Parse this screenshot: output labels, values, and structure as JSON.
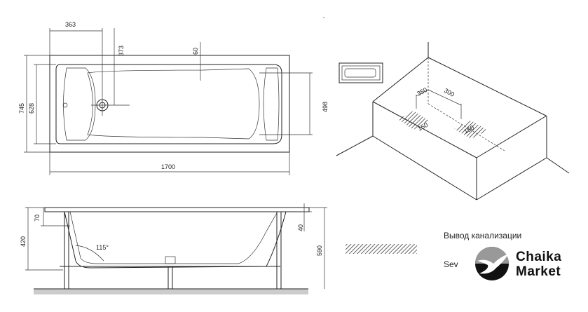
{
  "top_view": {
    "dimensions": {
      "drain_offset": "363",
      "drain_from_edge": "373",
      "rim_width": "60",
      "outer_width": "745",
      "inner_width": "628",
      "floor_width": "498",
      "length": "1700"
    }
  },
  "side_view": {
    "dimensions": {
      "rim_depth": "70",
      "height": "420",
      "angle": "115°",
      "rim_thickness": "40",
      "total_height": "590"
    }
  },
  "iso_view": {
    "dimensions": {
      "drain_a": "350",
      "drain_b": "300",
      "drain_c": "150",
      "drain_d": "150"
    }
  },
  "legend": {
    "label_ru": "Вывод канализации",
    "label_en": "Sev"
  },
  "logo": {
    "line1": "Chaika",
    "line2": "Market"
  }
}
